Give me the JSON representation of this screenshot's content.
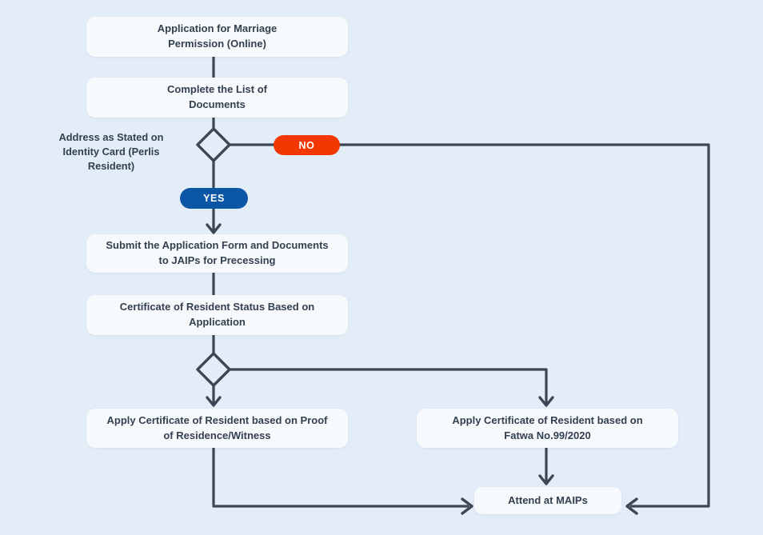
{
  "theme": {
    "bg": "#e2edf7",
    "line": "#3c4654",
    "node_fill": "#f7fafd",
    "text": "#33404f",
    "no_color": "#f23800",
    "yes_color": "#0b57a6",
    "badge_text": "#ffffff"
  },
  "flowchart": {
    "nodes": [
      {
        "id": "start",
        "label": "Application for Marriage\nPermission (Online)"
      },
      {
        "id": "documents",
        "label": "Complete the List of\nDocuments"
      },
      {
        "id": "submit-jaips",
        "label": "Submit the Application Form and Documents\nto JAIPs for Precessing"
      },
      {
        "id": "certificate",
        "label": "Certificate of Resident Status Based on\nApplication"
      },
      {
        "id": "apply-proof",
        "label": "Apply Certificate of Resident based on Proof\nof Residence/Witness"
      },
      {
        "id": "apply-fatwa",
        "label": "Apply Certificate of Resident based on\nFatwa No.99/2020"
      },
      {
        "id": "attend-maips",
        "label": "Attend at MAIPs"
      }
    ],
    "decisions": [
      {
        "id": "decision-address",
        "label": "Address as Stated on\nIdentity Card (Perlis\nResident)"
      },
      {
        "id": "decision-certificate",
        "label": ""
      }
    ],
    "badges": {
      "no": {
        "label": "NO"
      },
      "yes": {
        "label": "YES"
      }
    },
    "edges": [
      {
        "from": "start",
        "to": "documents"
      },
      {
        "from": "documents",
        "to": "decision-address"
      },
      {
        "from": "decision-address",
        "to": "attend-maips",
        "label": "NO"
      },
      {
        "from": "decision-address",
        "to": "submit-jaips",
        "label": "YES"
      },
      {
        "from": "submit-jaips",
        "to": "certificate"
      },
      {
        "from": "certificate",
        "to": "decision-certificate"
      },
      {
        "from": "decision-certificate",
        "to": "apply-proof"
      },
      {
        "from": "decision-certificate",
        "to": "apply-fatwa"
      },
      {
        "from": "apply-proof",
        "to": "attend-maips"
      },
      {
        "from": "apply-fatwa",
        "to": "attend-maips"
      }
    ]
  }
}
